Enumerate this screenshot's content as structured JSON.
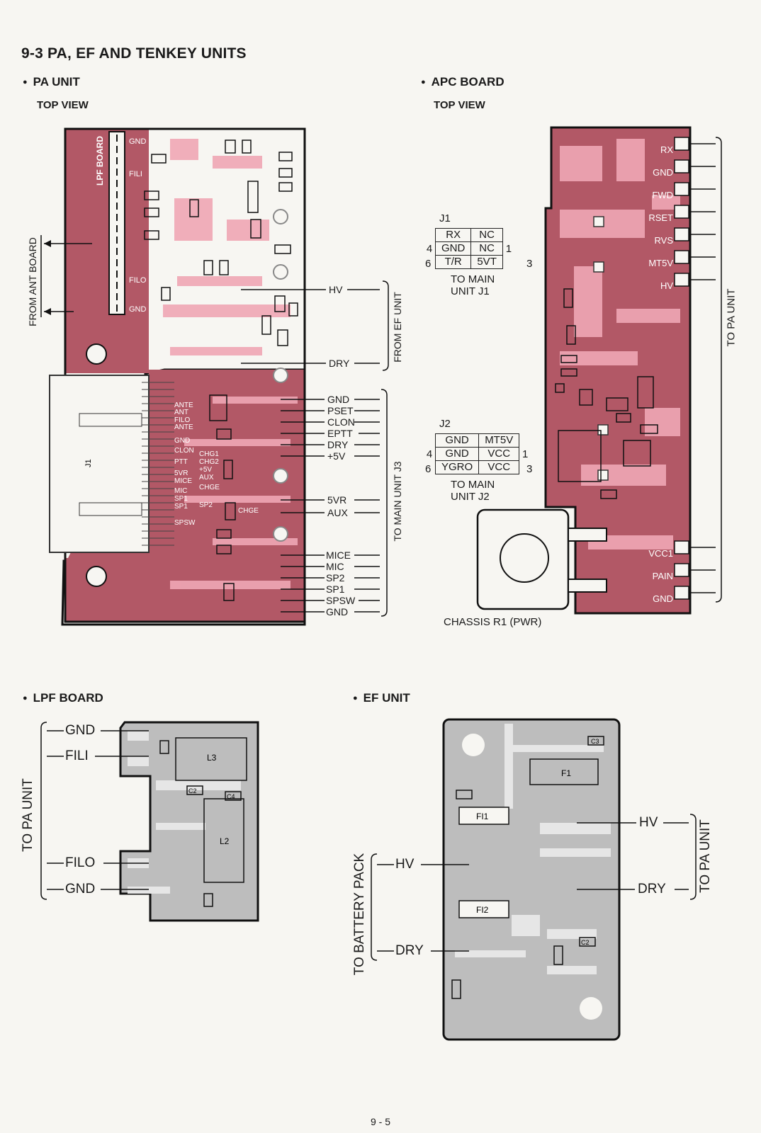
{
  "title": "9-3 PA, EF AND TENKEY UNITS",
  "page_number": "9 - 5",
  "colors": {
    "pa_board": "#b25866",
    "pa_highlight": "#f0a7b5",
    "lpf_board": "#bdbdbd",
    "lpf_highlight": "#e6e6e6",
    "outline": "#111111"
  },
  "pa_unit": {
    "heading": "PA UNIT",
    "view": "TOP VIEW",
    "lpf_board_label": "LPF BOARD",
    "lpf_pins": [
      "GND",
      "FILI",
      "FILO",
      "GND"
    ],
    "from_ant_board": "FROM ANT BOARD",
    "from_ef_unit": "FROM EF UNIT",
    "ef_pins": [
      "HV",
      "DRY"
    ],
    "to_main_unit": "TO MAIN UNIT J3",
    "main_pins": [
      "GND",
      "PSET",
      "CLON",
      "EPTT",
      "DRY",
      "+5V",
      "5VR",
      "AUX",
      "MICE",
      "MIC",
      "SP2",
      "SP1",
      "SPSW",
      "GND"
    ],
    "connector_label": "J1",
    "connector_pins": [
      "ANTE",
      "ANT",
      "FILO",
      "ANTE",
      "GND",
      "CLON",
      "PTT",
      "5VR",
      "MICE",
      "MIC",
      "SP1",
      "SP1",
      "SPSW"
    ],
    "inner_labels": [
      "CHG1",
      "CHG2",
      "+5V",
      "AUX",
      "CHGE",
      "SP2",
      "CHGE"
    ]
  },
  "apc_board": {
    "heading": "APC BOARD",
    "view": "TOP VIEW",
    "j1": {
      "name": "J1",
      "rows": [
        [
          "RX",
          "NC"
        ],
        [
          "GND",
          "NC"
        ],
        [
          "T/R",
          "5VT"
        ]
      ],
      "pin_left": [
        "4",
        "",
        "6"
      ],
      "pin_right": [
        "1",
        "",
        "3"
      ],
      "caption": "TO MAIN UNIT J1"
    },
    "j2": {
      "name": "J2",
      "rows": [
        [
          "GND",
          "MT5V"
        ],
        [
          "GND",
          "VCC"
        ],
        [
          "YGRO",
          "VCC"
        ]
      ],
      "pin_left": [
        "4",
        "",
        "6"
      ],
      "pin_right": [
        "1",
        "",
        "3"
      ],
      "caption": "TO MAIN UNIT J2"
    },
    "to_pa_unit": "TO PA UNIT",
    "right_pins": [
      "RX",
      "GND",
      "FWD",
      "RSET",
      "RVS",
      "MT5V",
      "HV",
      "VCC1",
      "PAIN",
      "GND"
    ],
    "chassis_label": "CHASSIS R1 (PWR)"
  },
  "lpf_board": {
    "heading": "LPF BOARD",
    "to_pa_unit": "TO PA UNIT",
    "pins": [
      "GND",
      "FILI",
      "FILO",
      "GND"
    ],
    "parts": [
      "L3",
      "L2",
      "C2",
      "C4"
    ]
  },
  "ef_unit": {
    "heading": "EF UNIT",
    "to_battery_pack": "TO BATTERY PACK",
    "battery_pins": [
      "HV",
      "DRY"
    ],
    "to_pa_unit": "TO PA UNIT",
    "pa_pins": [
      "HV",
      "DRY"
    ],
    "parts": [
      "F1",
      "FI1",
      "FI2",
      "C3",
      "C2"
    ]
  }
}
